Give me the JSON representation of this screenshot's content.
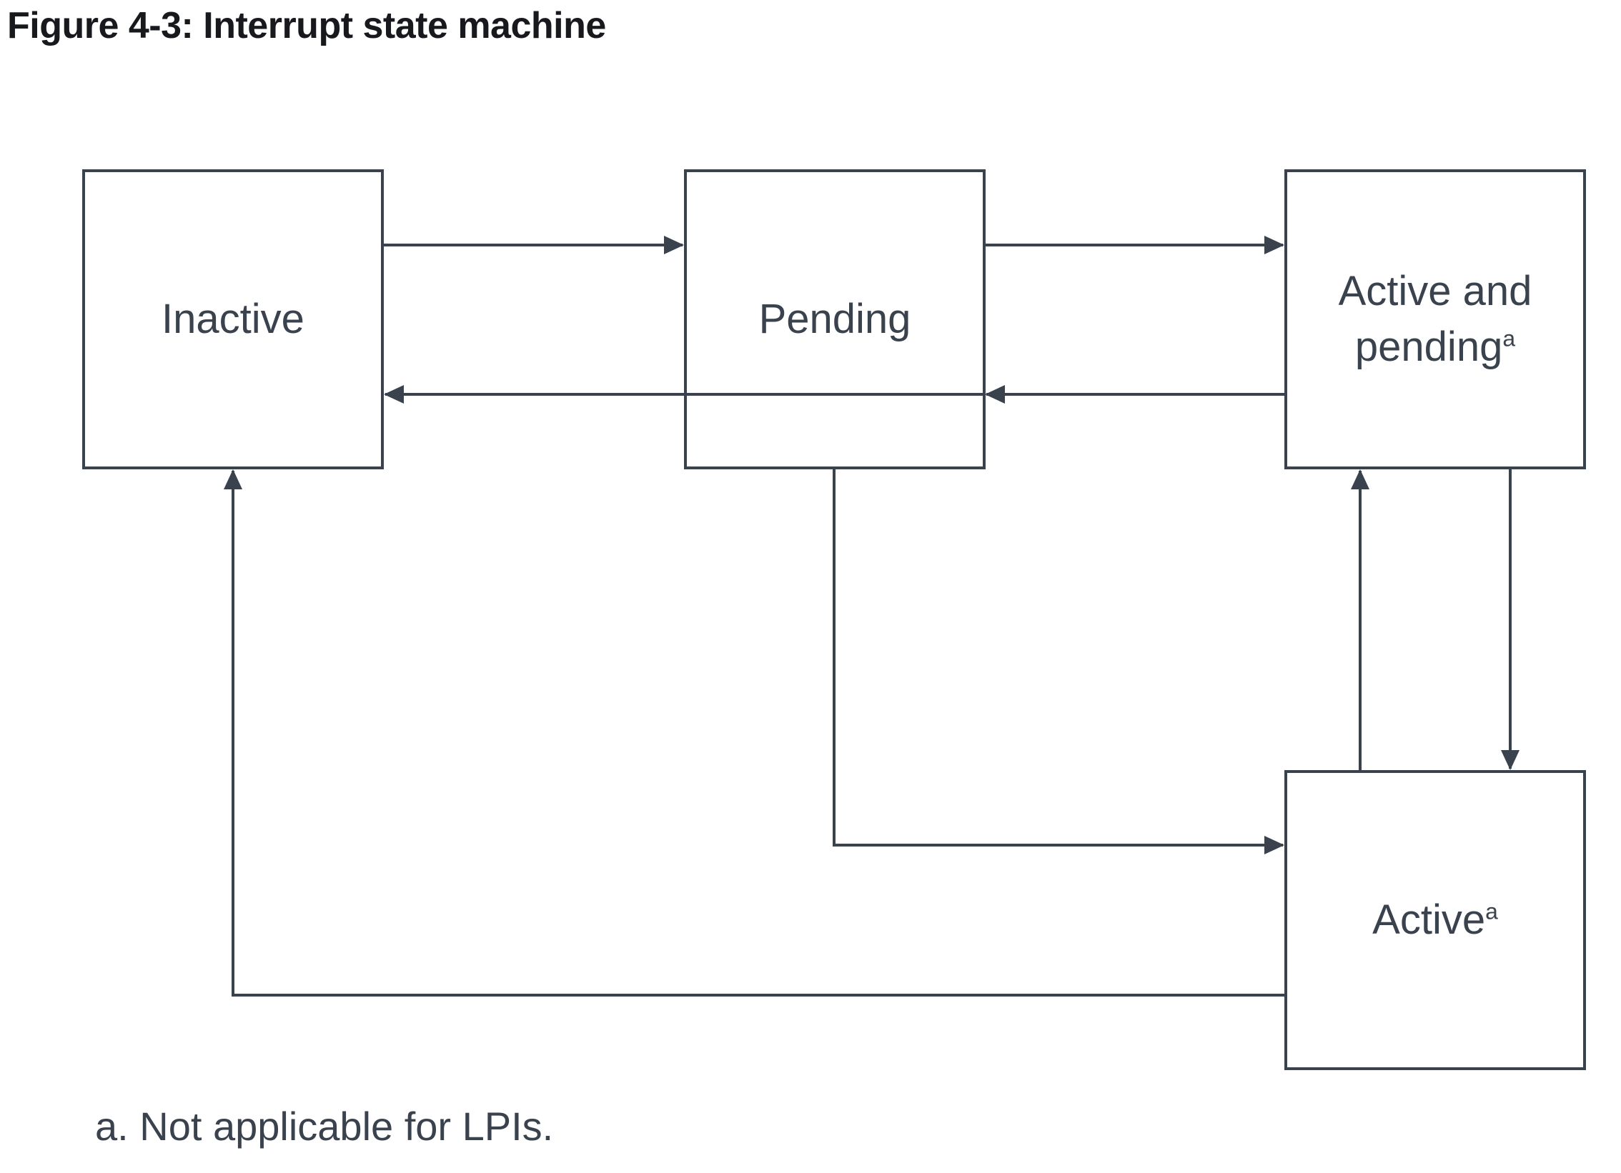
{
  "figure": {
    "title": "Figure 4-3: Interrupt state machine",
    "footnote": "a. Not applicable for LPIs."
  },
  "nodes": [
    {
      "id": "inactive",
      "label": "Inactive",
      "superscript": ""
    },
    {
      "id": "pending",
      "label": "Pending",
      "superscript": ""
    },
    {
      "id": "active-and-pending",
      "label": "Active and pending",
      "superscript": "a"
    },
    {
      "id": "active",
      "label": "Active",
      "superscript": "a"
    }
  ],
  "edges": [
    {
      "from": "Inactive",
      "to": "Pending"
    },
    {
      "from": "Pending",
      "to": "Inactive"
    },
    {
      "from": "Pending",
      "to": "Active and pending"
    },
    {
      "from": "Active and pending",
      "to": "Pending"
    },
    {
      "from": "Active",
      "to": "Active and pending"
    },
    {
      "from": "Active and pending",
      "to": "Active"
    },
    {
      "from": "Pending",
      "to": "Active"
    },
    {
      "from": "Active",
      "to": "Inactive"
    }
  ],
  "colors": {
    "line": "#39424D",
    "box_border": "#39424D",
    "box_fill": "#FFFFFF",
    "label_text": "#39424D",
    "title_text": "#17191D",
    "background": "#FFFFFF"
  }
}
